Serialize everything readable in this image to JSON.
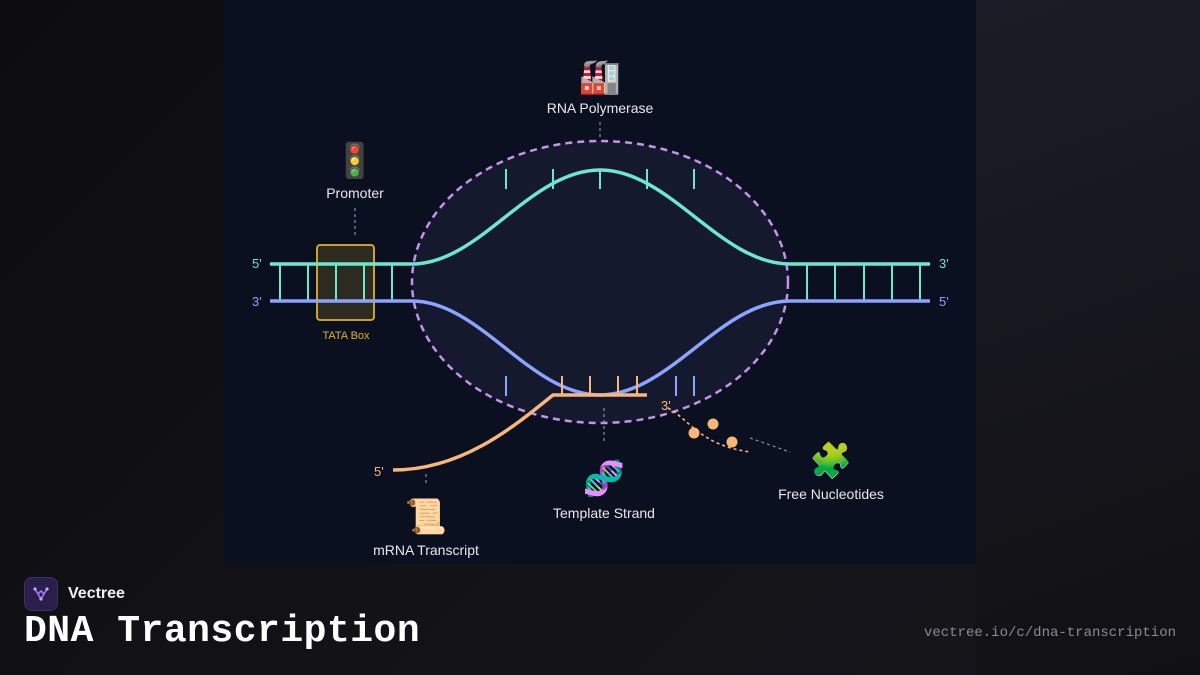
{
  "diagram": {
    "labels": {
      "rna_polymerase": "RNA Polymerase",
      "promoter": "Promoter",
      "tata_box": "TATA Box",
      "template_strand": "Template Strand",
      "free_nucleotides": "Free Nucleotides",
      "mrna_transcript": "mRNA Transcript"
    },
    "strand_ends": {
      "coding_left": "5'",
      "template_left": "3'",
      "coding_right": "3'",
      "template_right": "5'",
      "mrna_start": "5'",
      "mrna_end": "3'"
    },
    "icons": {
      "rna_polymerase": "🏭",
      "promoter": "🚦",
      "template_strand": "🧬",
      "free_nucleotides": "🧩",
      "mrna_transcript": "📜"
    },
    "colors": {
      "coding_strand": "#6ee7d0",
      "template_strand": "#8ba4ff",
      "mrna": "#f9b67a",
      "bubble": "#c792ea",
      "tata_box": "#e0b030"
    }
  },
  "footer": {
    "brand": "Vectree",
    "title": "DNA Transcription",
    "url": "vectree.io/c/dna-transcription"
  }
}
